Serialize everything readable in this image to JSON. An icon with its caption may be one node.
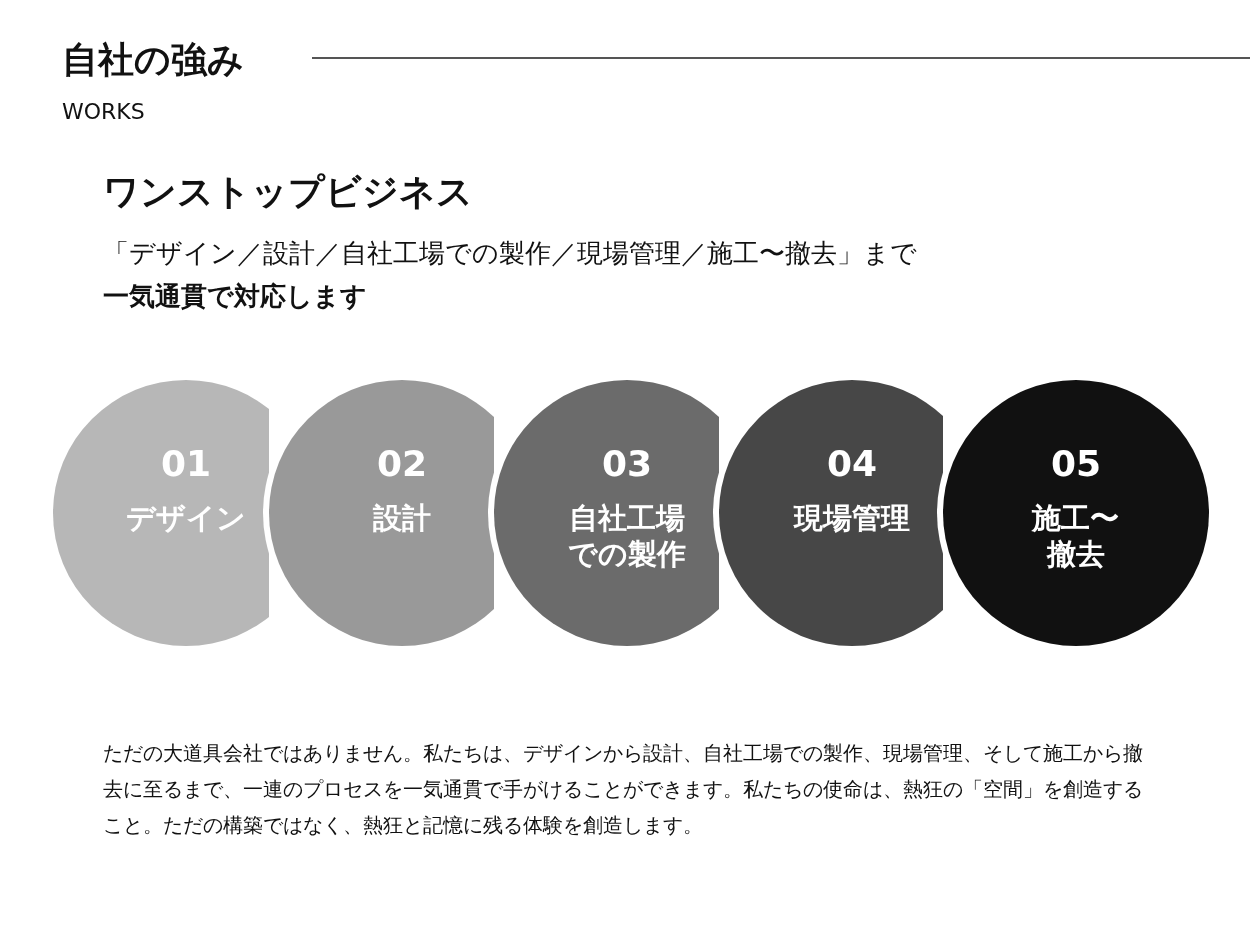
{
  "diagram": {
    "title": "自社の強み",
    "nodes": [
      {
        "text": [
          "01",
          "デザイン"
        ]
      },
      {
        "text": [
          "02",
          "設計"
        ]
      },
      {
        "text": [
          "03",
          "自社工場での製作"
        ]
      },
      {
        "text": [
          "04",
          "現場管理"
        ]
      },
      {
        "text": [
          "05",
          "施工〜撤去"
        ]
      }
    ],
    "edges": [],
    "labels": [
      "WORKS",
      "ワンストップビジネス",
      "「デザイン／設計／自社工場での製作／現場管理／施工〜撤去」まで",
      "一気通貫で対応します",
      "ただの大道具会社ではありません。私たちは、デザインから設計、自社工場での製作、現場管理、そして施工から撤去に至るまで、一連のプロセスを一気通貫で手がけることができます。私たちの使命は、熱狂の「空間」を創造すること。ただの構築ではなく、熱狂と記憶に残る体験を創造します。"
    ]
  }
}
